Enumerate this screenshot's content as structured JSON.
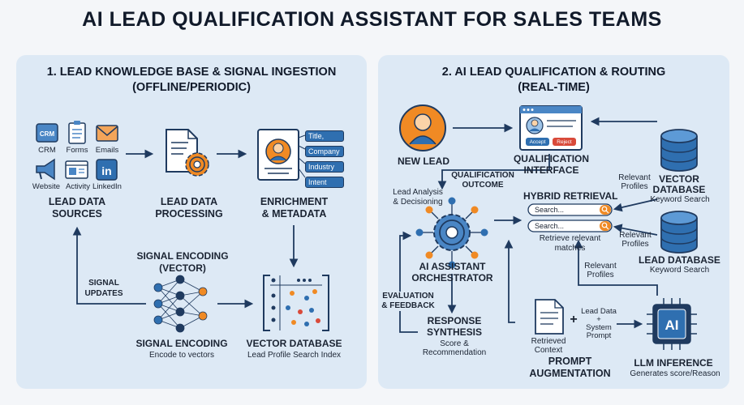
{
  "title": "AI LEAD QUALIFICATION ASSISTANT FOR SALES TEAMS",
  "left": {
    "title_line1": "1. LEAD KNOWLEDGE BASE & SIGNAL INGESTION",
    "title_line2": "(OFFLINE/PERIODIC)",
    "sources": {
      "crm_badge": "CRM",
      "crm": "CRM",
      "forms": "Forms",
      "emails": "Emails",
      "website": "Website",
      "activity": "Activity",
      "linkedin": "LinkedIn",
      "linkedin_badge": "in",
      "label1": "LEAD DATA",
      "label2": "SOURCES"
    },
    "processing": {
      "label1": "LEAD DATA",
      "label2": "PROCESSING"
    },
    "enrichment": {
      "tags": [
        "Title,",
        "Company",
        "Industry",
        "Intent"
      ],
      "label1": "ENRICHMENT",
      "label2": "& METADATA"
    },
    "encoding_top": {
      "label1": "SIGNAL ENCODING",
      "label2": "(VECTOR)"
    },
    "signal_updates": {
      "line1": "SIGNAL",
      "line2": "UPDATES"
    },
    "encoding": {
      "label": "SIGNAL ENCODING",
      "sub": "Encode to vectors"
    },
    "vector_db": {
      "label": "VECTOR DATABASE",
      "sub": "Lead Profile Search Index"
    }
  },
  "right": {
    "title_line1": "2. AI LEAD QUALIFICATION & ROUTING",
    "title_line2": "(REAL-TIME)",
    "new_lead": "NEW LEAD",
    "interface": {
      "accept": "Accept",
      "reject": "Reject",
      "label1": "QUALIFICATION",
      "label2": "INTERFACE"
    },
    "outcome": {
      "line1": "QUALIFICATION",
      "line2": "OUTCOME"
    },
    "analysis": {
      "line1": "Lead Analysis",
      "line2": "& Decisioning"
    },
    "vector_db": {
      "label1": "VECTOR",
      "label2": "DATABASE",
      "sub": "Keyword Search"
    },
    "relevant_profiles_1": {
      "line1": "Relevant",
      "line2": "Profiles"
    },
    "hybrid": {
      "title": "HYBRID RETRIEVAL",
      "search1": "Search...",
      "search2": "Search...",
      "sub1": "Retrieve relevant",
      "sub2": "matches"
    },
    "relevant_profiles_2": {
      "line1": "Relevant",
      "line2": "Profiles"
    },
    "lead_db": {
      "label": "LEAD DATABASE",
      "sub": "Keyword Search"
    },
    "relevant_profiles_3": {
      "line1": "Relevant",
      "line2": "Profiles"
    },
    "orchestrator": {
      "label1": "AI ASSISTANT",
      "label2": "ORCHESTRATOR"
    },
    "evaluation": {
      "line1": "EVALUATION",
      "line2": "& FEEDBACK"
    },
    "synthesis": {
      "label1": "RESPONSE",
      "label2": "SYNTHESIS",
      "sub1": "Score &",
      "sub2": "Recommendation"
    },
    "retrieved": {
      "line1": "Retrieved",
      "line2": "Context"
    },
    "prompt_parts": {
      "line1": "Lead Data",
      "line2": "+",
      "line3": "System",
      "line4": "Prompt"
    },
    "plus": "+",
    "augmentation": {
      "label1": "PROMPT",
      "label2": "AUGMENTATION"
    },
    "llm": {
      "chip": "AI",
      "label": "LLM INFERENCE",
      "sub": "Generates score/Reason"
    }
  },
  "colors": {
    "panel": "#dde9f5",
    "navy": "#1f3a5f",
    "blue": "#4a86c5",
    "orange": "#f08a24",
    "red": "#d94a3a"
  }
}
